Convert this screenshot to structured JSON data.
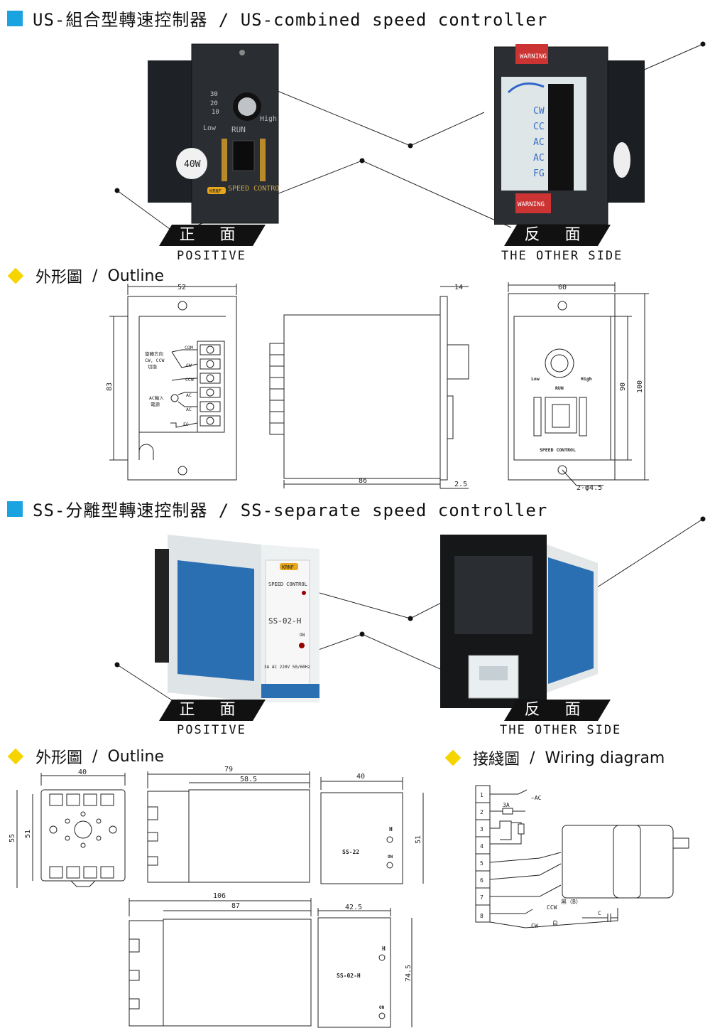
{
  "us_section": {
    "title": "US-組合型轉速控制器 / US-combined speed controller",
    "front_banner": "正 面",
    "front_caption": "POSITIVE",
    "back_banner": "反 面",
    "back_caption": "THE OTHER SIDE",
    "front_photo": {
      "dial_numbers": [
        "30",
        "20",
        "10"
      ],
      "dial_low": "Low",
      "dial_high": "High",
      "run": "RUN",
      "speed_control": "SPEED CONTROL",
      "badge": "40W",
      "logo": "KRNF"
    },
    "back_photo": {
      "terminals": [
        "CW",
        "CC",
        "AC",
        "AC",
        "FG"
      ],
      "warning_top": "WARNING",
      "warning_bottom": "WARNING"
    }
  },
  "us_outline": {
    "label_cn": "外形圖",
    "label_en": "Outline",
    "dims": {
      "w52": "52",
      "h83": "83",
      "w14": "14",
      "w86": "86",
      "w25": "2.5",
      "w60": "60",
      "h90": "90",
      "h100": "100",
      "holes": "2-φ4.5"
    },
    "left_texts": {
      "rot1": "旋轉方向",
      "rot2": "CW, CCW",
      "rot3": "切換",
      "ac1": "AC輸入",
      "ac2": "電源",
      "com": "COM",
      "cw": "CW",
      "ccw": "CCW",
      "ac_a": "AC",
      "ac_b": "AC",
      "fc": "FC"
    },
    "right_texts": {
      "low": "Low",
      "high": "High",
      "run": "RUN",
      "speed": "SPEED CONTROL"
    }
  },
  "ss_section": {
    "title": "SS-分離型轉速控制器 / SS-separate speed controller",
    "front_banner": "正 面",
    "front_caption": "POSITIVE",
    "back_banner": "反 面",
    "back_caption": "THE OTHER SIDE",
    "front_photo": {
      "logo": "KRNF",
      "speed_control": "SPEED CONTROL",
      "model": "SS-02-H",
      "on": "ON",
      "rating": "3A AC 220V 50/60Hz"
    }
  },
  "ss_outline": {
    "label_cn": "外形圖",
    "label_en": "Outline",
    "dims": {
      "w40a": "40",
      "h55": "55",
      "h51": "51",
      "w79": "79",
      "w585": "58.5",
      "w40b": "40",
      "h51b": "51",
      "w106": "106",
      "w87": "87",
      "w425": "42.5",
      "h745": "74.5"
    },
    "model_a": "SS-22",
    "model_b": "SS-02-H",
    "h_label": "H",
    "on_label": "ON"
  },
  "wiring": {
    "label_cn": "接綫圖",
    "label_en": "Wiring diagram",
    "terminals": [
      "1",
      "2",
      "3",
      "4",
      "5",
      "6",
      "7",
      "8"
    ],
    "fuse": "3A",
    "ac_label": "~AC",
    "ccw": "CCW",
    "cw": "CW",
    "black": "黑（B）",
    "white": "白",
    "cap": "C"
  }
}
